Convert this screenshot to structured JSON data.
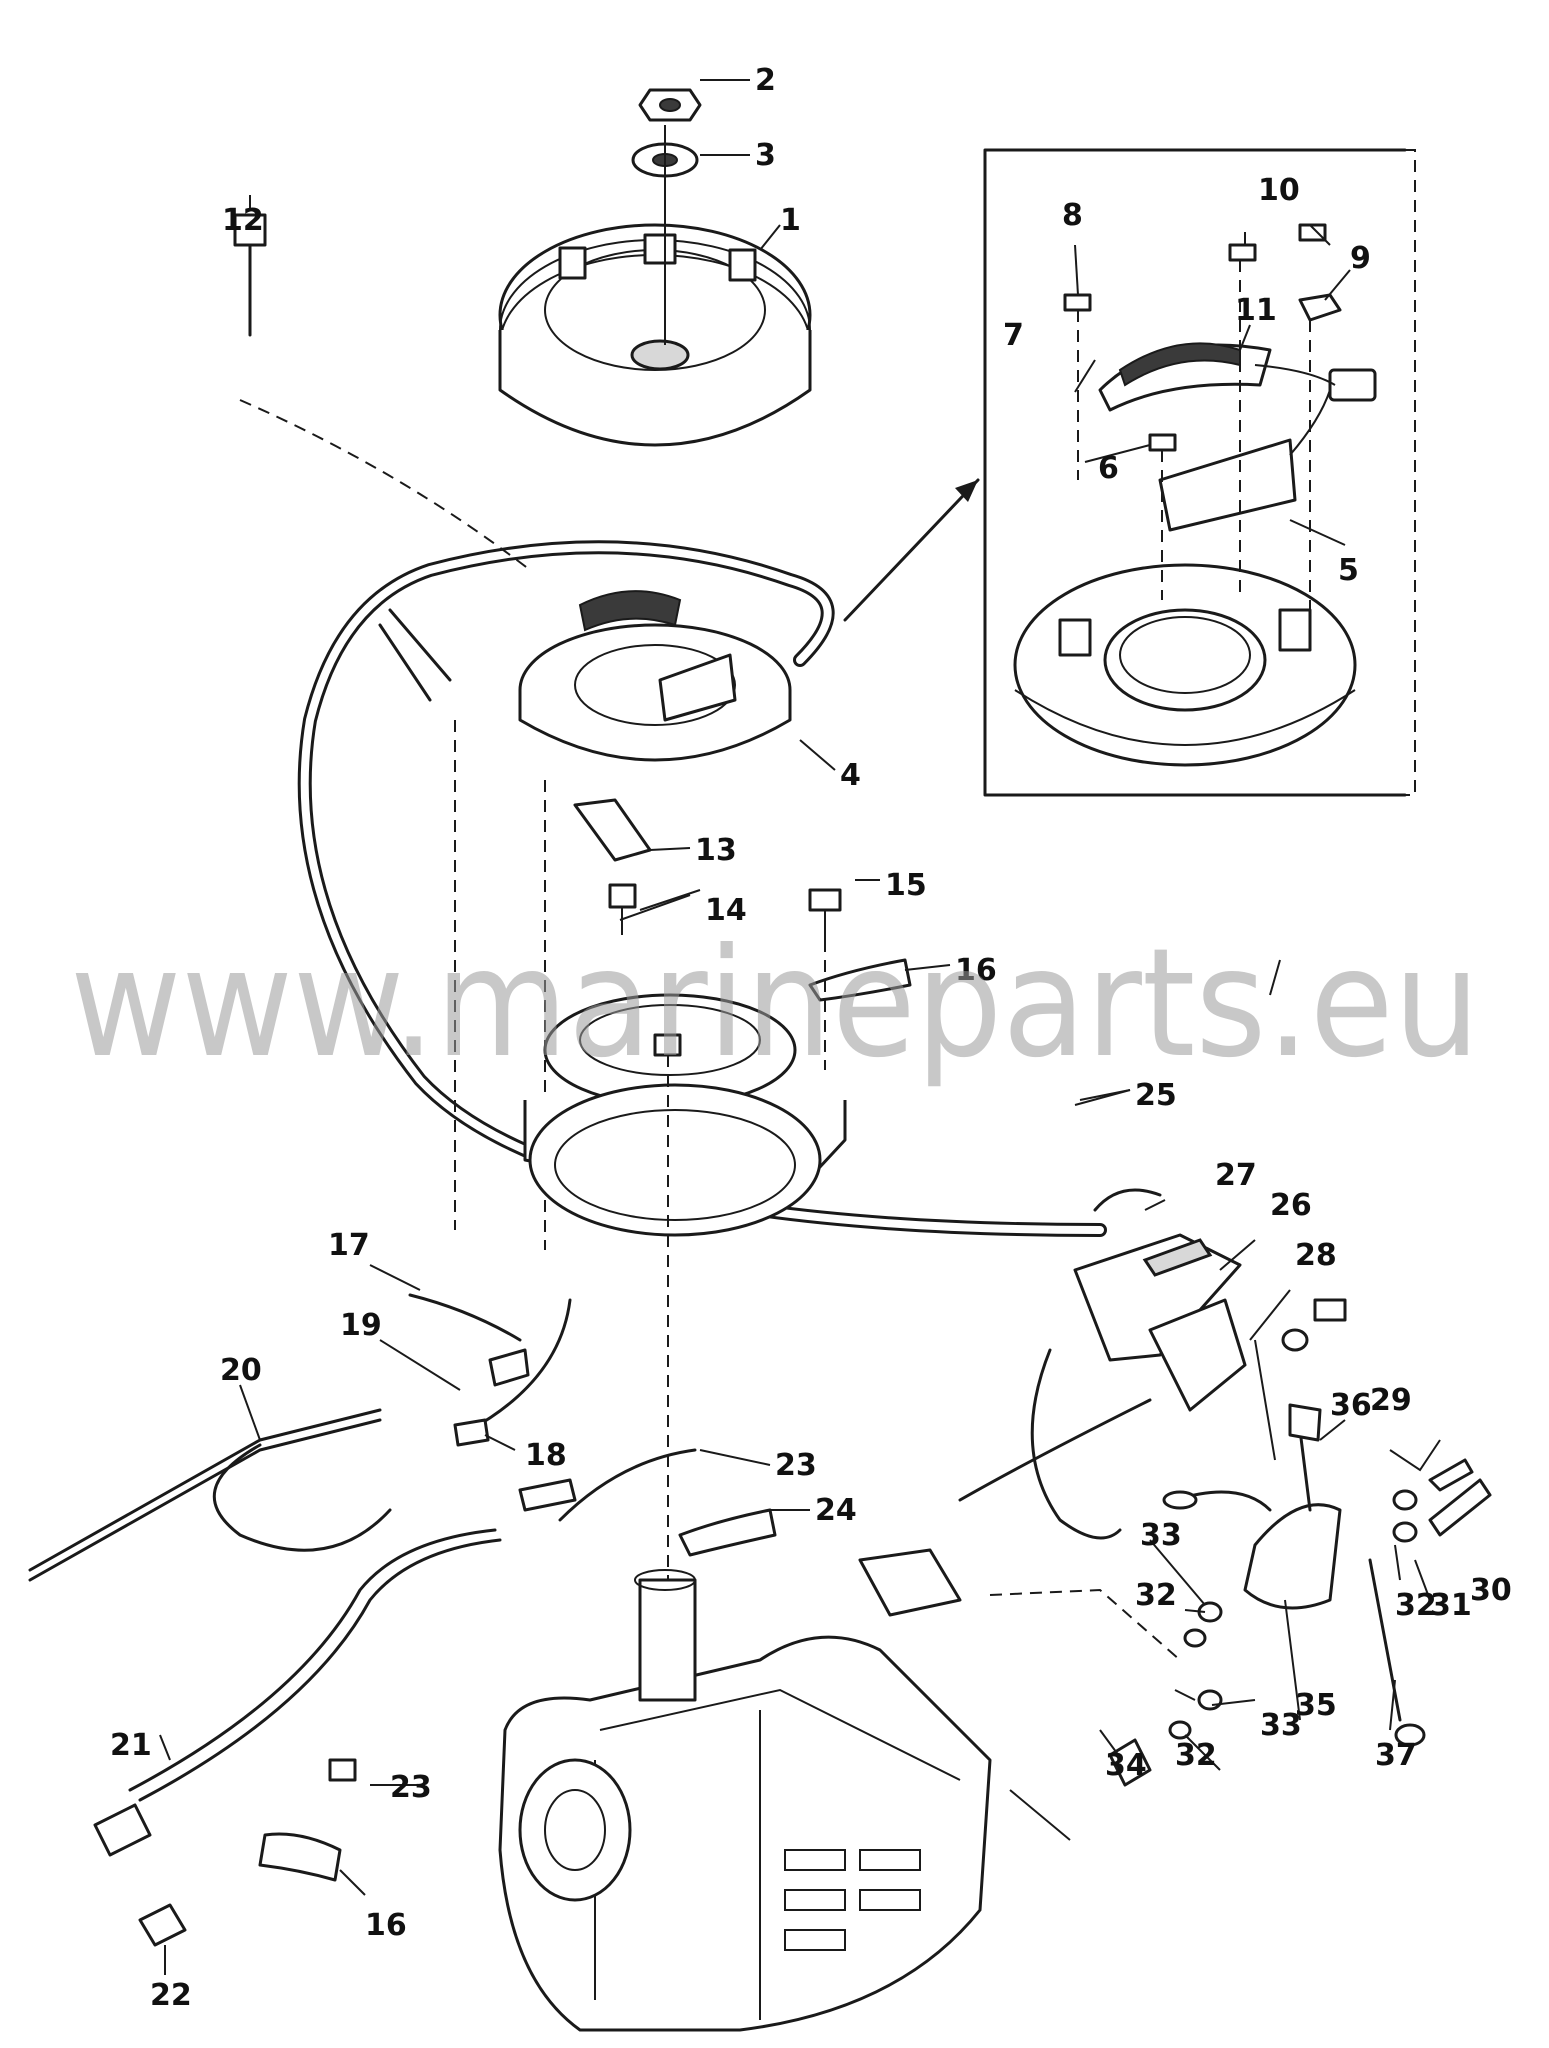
{
  "watermark": "www.marineparts.eu",
  "callouts": [
    "1",
    "2",
    "3",
    "4",
    "5",
    "6",
    "7",
    "8",
    "9",
    "10",
    "11",
    "12",
    "13",
    "14",
    "15",
    "16",
    "16",
    "17",
    "18",
    "19",
    "20",
    "21",
    "22",
    "23",
    "23",
    "24",
    "25",
    "26",
    "27",
    "28",
    "29",
    "30",
    "31",
    "32",
    "32",
    "32",
    "32",
    "33",
    "33",
    "33",
    "34",
    "35",
    "36",
    "37"
  ]
}
